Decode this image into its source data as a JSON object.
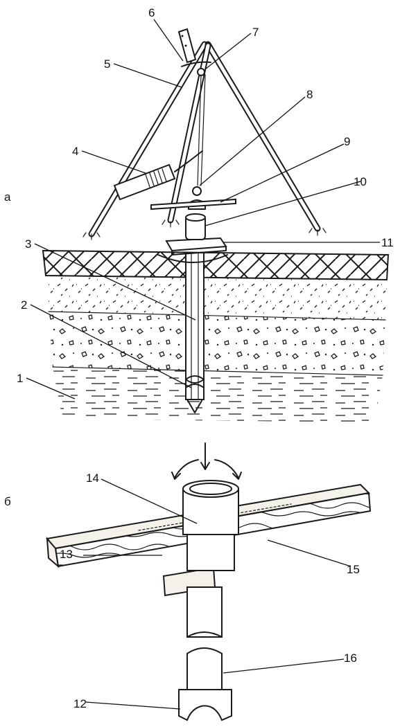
{
  "sections": {
    "a": "а",
    "b": "б"
  },
  "callouts": [
    "1",
    "2",
    "3",
    "4",
    "5",
    "6",
    "7",
    "8",
    "9",
    "10",
    "11",
    "12",
    "13",
    "14",
    "15",
    "16"
  ],
  "colors": {
    "ink": "#1a1a1a",
    "paper": "#ffffff",
    "wood": "#f4f1ea"
  }
}
